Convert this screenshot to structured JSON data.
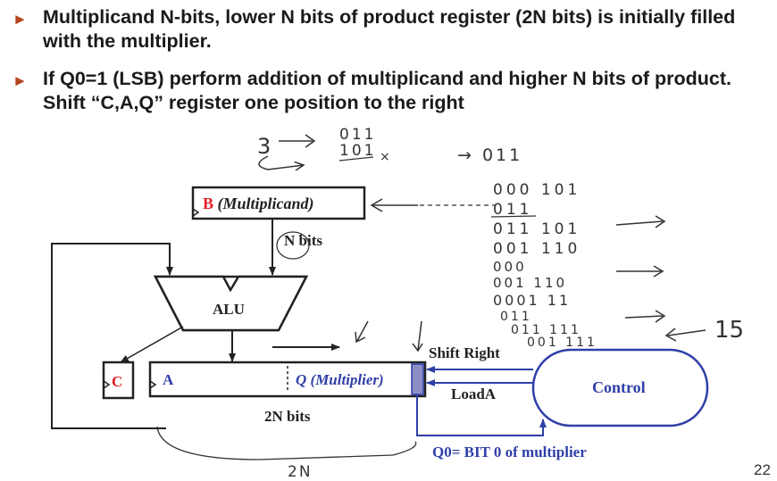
{
  "bullets": [
    {
      "text": "Multiplicand N-bits, lower N bits of product register (2N bits) is initially filled with the multiplier."
    },
    {
      "text": "If Q0=1 (LSB) perform addition of multiplicand and higher N bits of product. Shift “C,A,Q” register one position to the right"
    }
  ],
  "diagram": {
    "b_reg": {
      "letter": "B",
      "rest": " (Multiplicand)"
    },
    "n_bits": "N bits",
    "alu": "ALU",
    "c_reg": "C",
    "a_label": "A",
    "q_label": "Q (Multiplier)",
    "product_width": "2N bits",
    "shift_right": "Shift Right",
    "load_a": "LoadA",
    "control": "Control",
    "q0_note": "Q0= BIT 0 of multiplier"
  },
  "handwriting": {
    "n3": "3",
    "m_011": "011",
    "m_101": "101",
    "times": "×",
    "result": "→ 011",
    "rows": [
      "000 101",
      "011",
      "011 101",
      "001 110",
      "000",
      "001 110",
      "0001 11",
      "011",
      "011 111",
      "001 111"
    ],
    "fifteen": "15",
    "two_n": "2N"
  },
  "colors": {
    "bullet_arrow": "#b4451f",
    "red_letter": "#e0202a",
    "blue": "#2f3fa8",
    "q0_reg": "#8c8fc4"
  },
  "page_number": "22"
}
